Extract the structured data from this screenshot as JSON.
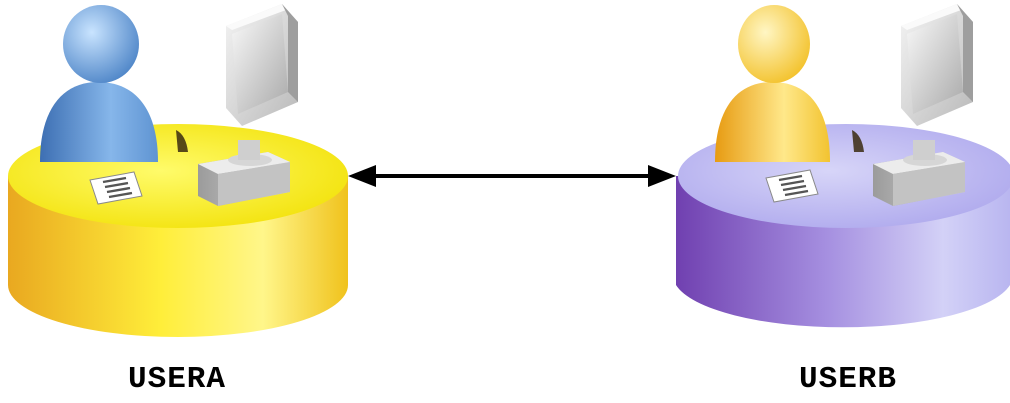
{
  "users": [
    {
      "label": "USERA",
      "body_color": "#6a9bd6",
      "desk_color": "#f2e000"
    },
    {
      "label": "USERB",
      "body_color": "#f7cd3a",
      "desk_color": "#b3aef0"
    }
  ],
  "connection": {
    "type": "bidirectional-arrow"
  },
  "icons": [
    "person-icon",
    "computer-monitor-icon",
    "document-icon",
    "double-arrow-icon"
  ]
}
